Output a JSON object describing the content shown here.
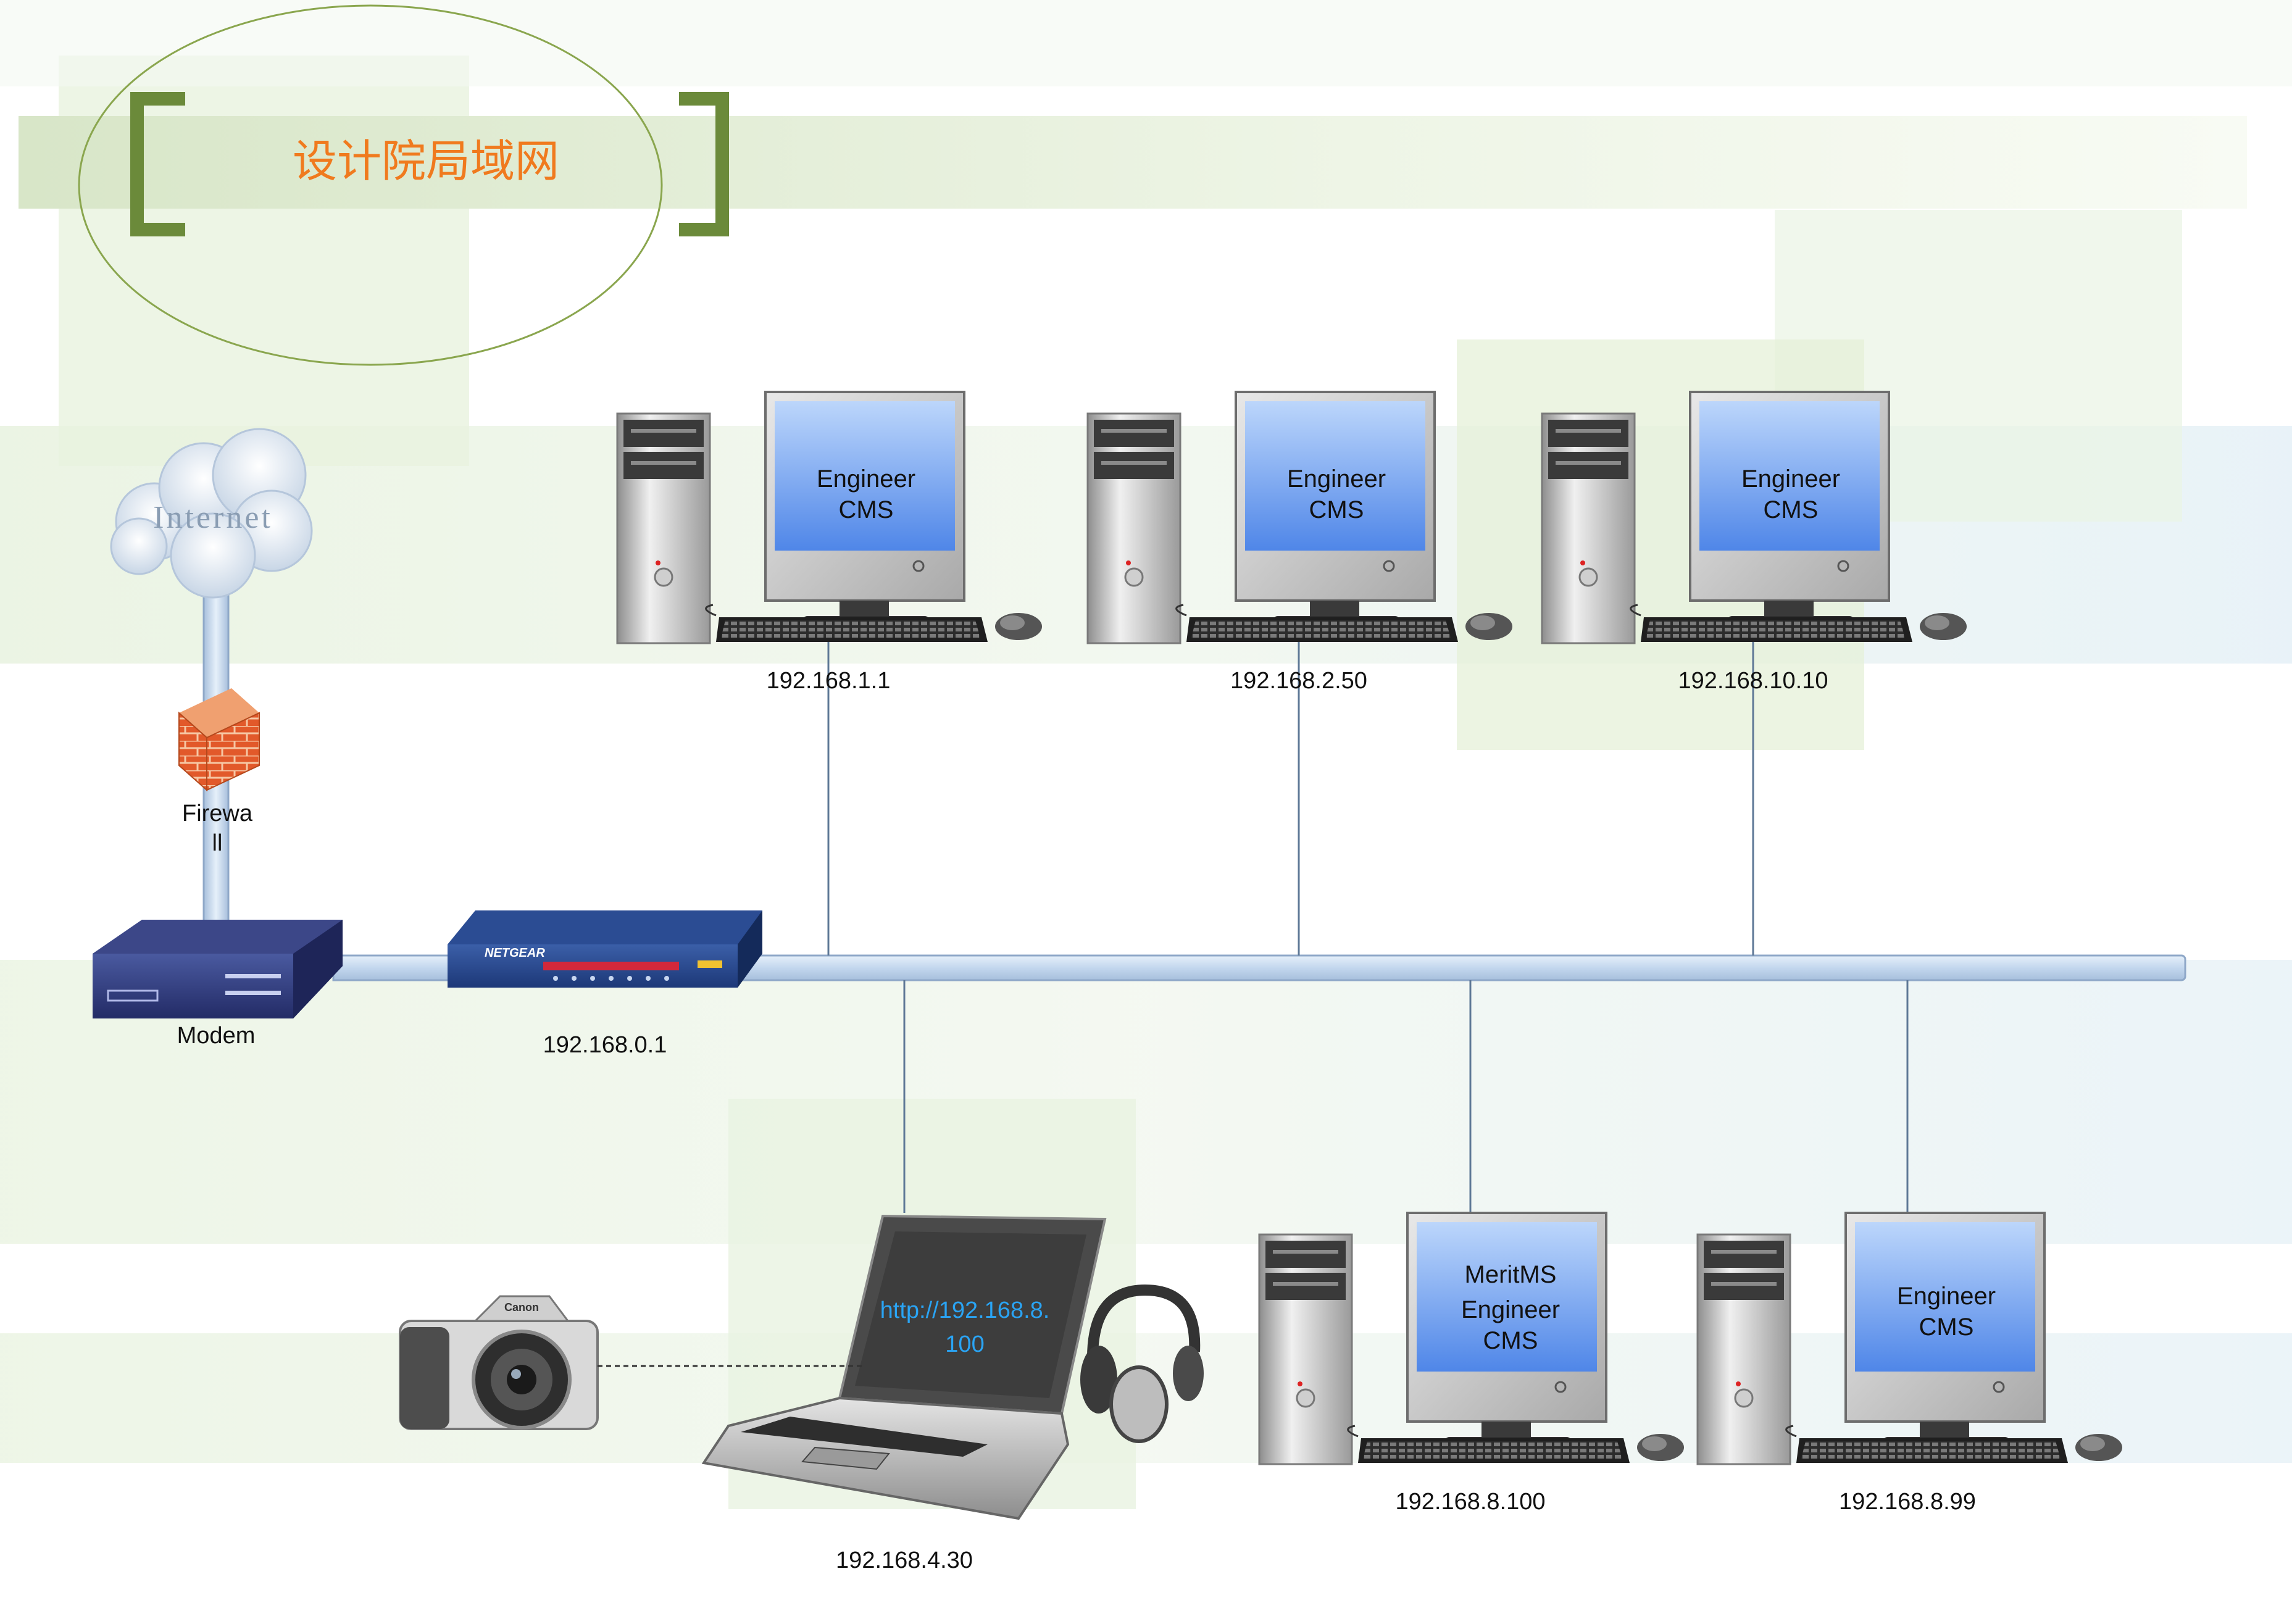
{
  "title": "设计院局域网",
  "internet": {
    "label": "Internet"
  },
  "firewall": {
    "label_line1": "Firewa",
    "label_line2": "ll"
  },
  "modem": {
    "label": "Modem"
  },
  "router": {
    "label": "192.168.0.1",
    "brand": "NETGEAR"
  },
  "top_workstations": [
    {
      "screen_line1": "Engineer",
      "screen_line2": "CMS",
      "ip": "192.168.1.1"
    },
    {
      "screen_line1": "Engineer",
      "screen_line2": "CMS",
      "ip": "192.168.2.50"
    },
    {
      "screen_line1": "Engineer",
      "screen_line2": "CMS",
      "ip": "192.168.10.10"
    }
  ],
  "bottom_workstations": [
    {
      "screen_line1": "MeritMS",
      "screen_line2": "Engineer",
      "screen_line3": "CMS",
      "ip": "192.168.8.100"
    },
    {
      "screen_line1": "Engineer",
      "screen_line2": "CMS",
      "ip": "192.168.8.99"
    }
  ],
  "laptop": {
    "screen_line1": "http://192.168.8.",
    "screen_line2": "100",
    "ip": "192.168.4.30"
  },
  "camera": {
    "brand": "Canon"
  },
  "colors": {
    "title_text": "#f07a1e",
    "bracket": "#6b8a3a",
    "bus_fill": "#cfe0f0",
    "bus_stroke": "#8fa8c8",
    "screen_blue": "#6f9ff0",
    "firewall_brick": "#e05a2a",
    "modem_navy": "#2b3472"
  }
}
